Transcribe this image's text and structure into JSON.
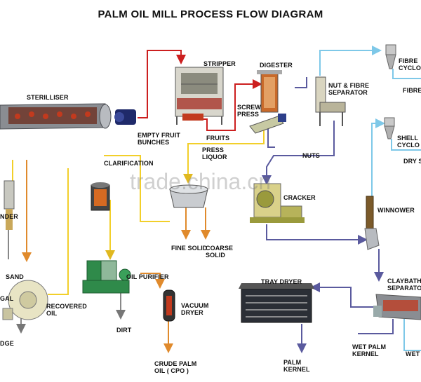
{
  "title": "PALM OIL MILL PROCESS FLOW DIAGRAM",
  "watermark": "trade.china.cn",
  "labels": {
    "sterilliser": "STERILLISER",
    "stripper": "STRIPPER",
    "digester": "DIGESTER",
    "nut_fibre_separator": "NUT & FIBRE\nSEPARATOR",
    "fibre_cyclone": "FIBRE\nCYCLO",
    "fibre": "FIBRE",
    "screw_press": "SCREW\nPRESS",
    "empty_fruit_bunches": "EMPTY FRUIT\nBUNCHES",
    "fruits": "FRUITS",
    "press_liquor": "PRESS\nLIQUOR",
    "shell_cyclone": "SHELL\nCYCLO",
    "dry_shell": "DRY S",
    "clarification": "CLARIFICATION",
    "nuts": "NUTS",
    "cracker": "CRACKER",
    "decanter": "NDER",
    "winnower": "WINNOWER",
    "fine_solid": "FINE SOLID",
    "coarse_solid": "COARSE\nSOLID",
    "sand": "SAND",
    "oil_purifier": "OIL PURIFIER",
    "tray_dryer": "TRAY DRYER",
    "claybath_separator": "CLAYBATH\nSEPARATO",
    "centrifugal": "GAL",
    "recovered_oil": "RECOVERED\nOIL",
    "vacuum_dryer": "VACUUM\nDRYER",
    "sludge": "DGE",
    "dirt": "DIRT",
    "wet_palm_kernel": "WET PALM\nKERNEL",
    "wet_shell": "WET",
    "palm_kernel": "PALM\nKERNEL",
    "crude_palm_oil": "CRUDE PALM\nOIL ( CPO )"
  },
  "colors": {
    "fruit_line": "#cc1f1f",
    "liquor_line": "#f2cf2a",
    "nut_line": "#5a5a9e",
    "fibre_line": "#7ec8e8",
    "oil_line": "#e08a2c",
    "dirt_line": "#888888",
    "equipment_grey": "#8a8d92",
    "equipment_green": "#2f8a4a",
    "equipment_red": "#c23a1e",
    "cracker_olive": "#9a9a3c"
  }
}
